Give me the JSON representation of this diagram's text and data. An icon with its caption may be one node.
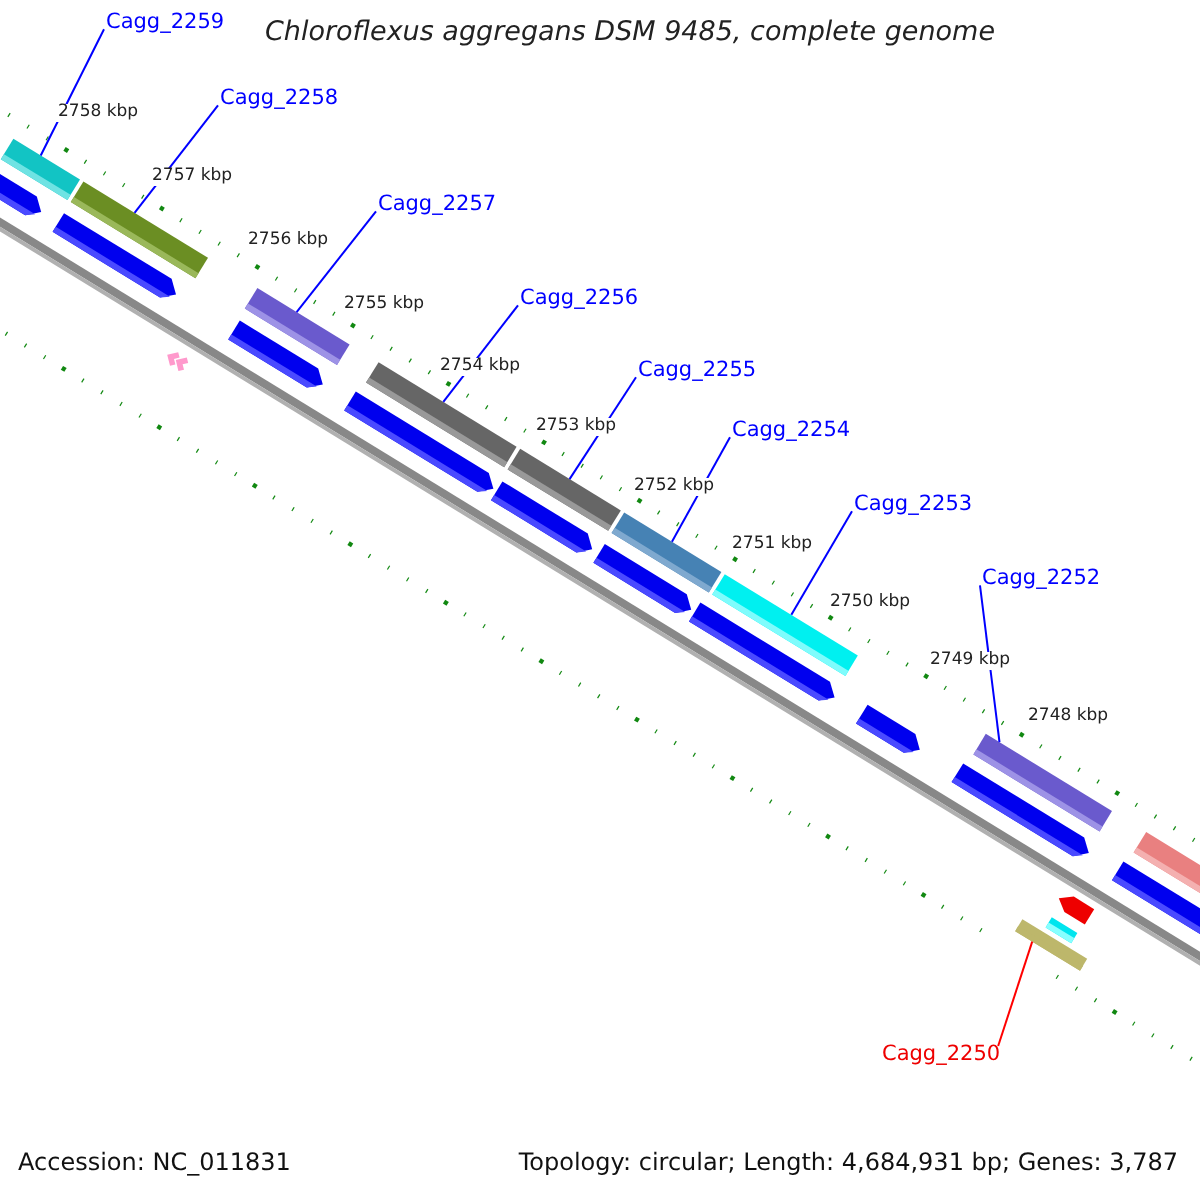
{
  "diagram": {
    "title": "Chloroflexus aggregans DSM 9485, complete genome",
    "nodes": [
      {
        "text": [
          "Cagg_2259"
        ]
      },
      {
        "text": [],
        "shape": "bar"
      },
      {
        "text": [
          "Cagg_2258"
        ]
      },
      {
        "text": [],
        "shape": "bar"
      },
      {
        "text": [
          "Cagg_2257"
        ]
      },
      {
        "text": [],
        "shape": "bar"
      },
      {
        "text": [
          "Cagg_2256"
        ]
      },
      {
        "text": [],
        "shape": "bar"
      },
      {
        "text": [
          "Cagg_2255"
        ]
      },
      {
        "text": [],
        "shape": "bar"
      },
      {
        "text": [
          "Cagg_2254"
        ]
      },
      {
        "text": [],
        "shape": "bar"
      },
      {
        "text": [
          "Cagg_2253"
        ]
      },
      {
        "text": [],
        "shape": "bar"
      },
      {
        "text": [
          "Cagg_2252"
        ]
      },
      {
        "text": [],
        "shape": "bar"
      },
      {
        "text": [],
        "shape": "bar"
      },
      {
        "text": [
          "Cagg_2250"
        ]
      }
    ],
    "edges": [
      {
        "from": 0,
        "to": 1,
        "arrow": "none"
      },
      {
        "from": 2,
        "to": 3,
        "arrow": "none"
      },
      {
        "from": 4,
        "to": 5,
        "arrow": "none"
      },
      {
        "from": 6,
        "to": 7,
        "arrow": "none"
      },
      {
        "from": 8,
        "to": 9,
        "arrow": "none"
      },
      {
        "from": 10,
        "to": 11,
        "arrow": "none"
      },
      {
        "from": 12,
        "to": 13,
        "arrow": "none"
      },
      {
        "from": 14,
        "to": 15,
        "arrow": "none"
      },
      {
        "from": 17,
        "to": 16,
        "arrow": "none",
        "color": "#ff0000"
      }
    ],
    "labels": [
      "2758 kbp",
      "2757 kbp",
      "2756 kbp",
      "2755 kbp",
      "2754 kbp",
      "2753 kbp",
      "2752 kbp",
      "2751 kbp",
      "2750 kbp",
      "2749 kbp",
      "2748 kbp",
      "Accession: NC_011831",
      "Topology: circular; Length: 4,684,931 bp; Genes: 3,787"
    ]
  }
}
